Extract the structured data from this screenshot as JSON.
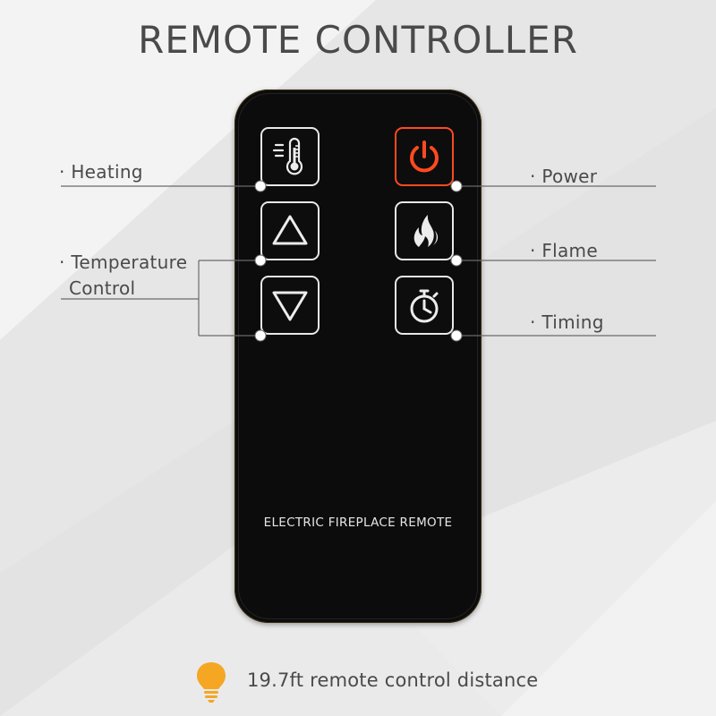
{
  "title": "REMOTE CONTROLLER",
  "remote": {
    "label": "ELECTRIC FIREPLACE REMOTE",
    "buttons": [
      {
        "name": "heating",
        "icon": "thermometer-icon"
      },
      {
        "name": "power",
        "icon": "power-icon"
      },
      {
        "name": "temperature-up",
        "icon": "triangle-up-icon"
      },
      {
        "name": "flame",
        "icon": "flame-icon"
      },
      {
        "name": "temperature-down",
        "icon": "triangle-down-icon"
      },
      {
        "name": "timing",
        "icon": "stopwatch-icon"
      }
    ]
  },
  "labels": {
    "heating": "· Heating",
    "temperature_line1": "· Temperature",
    "temperature_line2": "Control",
    "power": "· Power",
    "flame": "· Flame",
    "timing": "· Timing"
  },
  "footer": {
    "icon": "lightbulb-icon",
    "distance_text": "19.7ft remote control distance"
  },
  "colors": {
    "power_accent": "#ff4a1f",
    "bulb": "#f5a623",
    "remote_body": "#0c0c0c"
  }
}
